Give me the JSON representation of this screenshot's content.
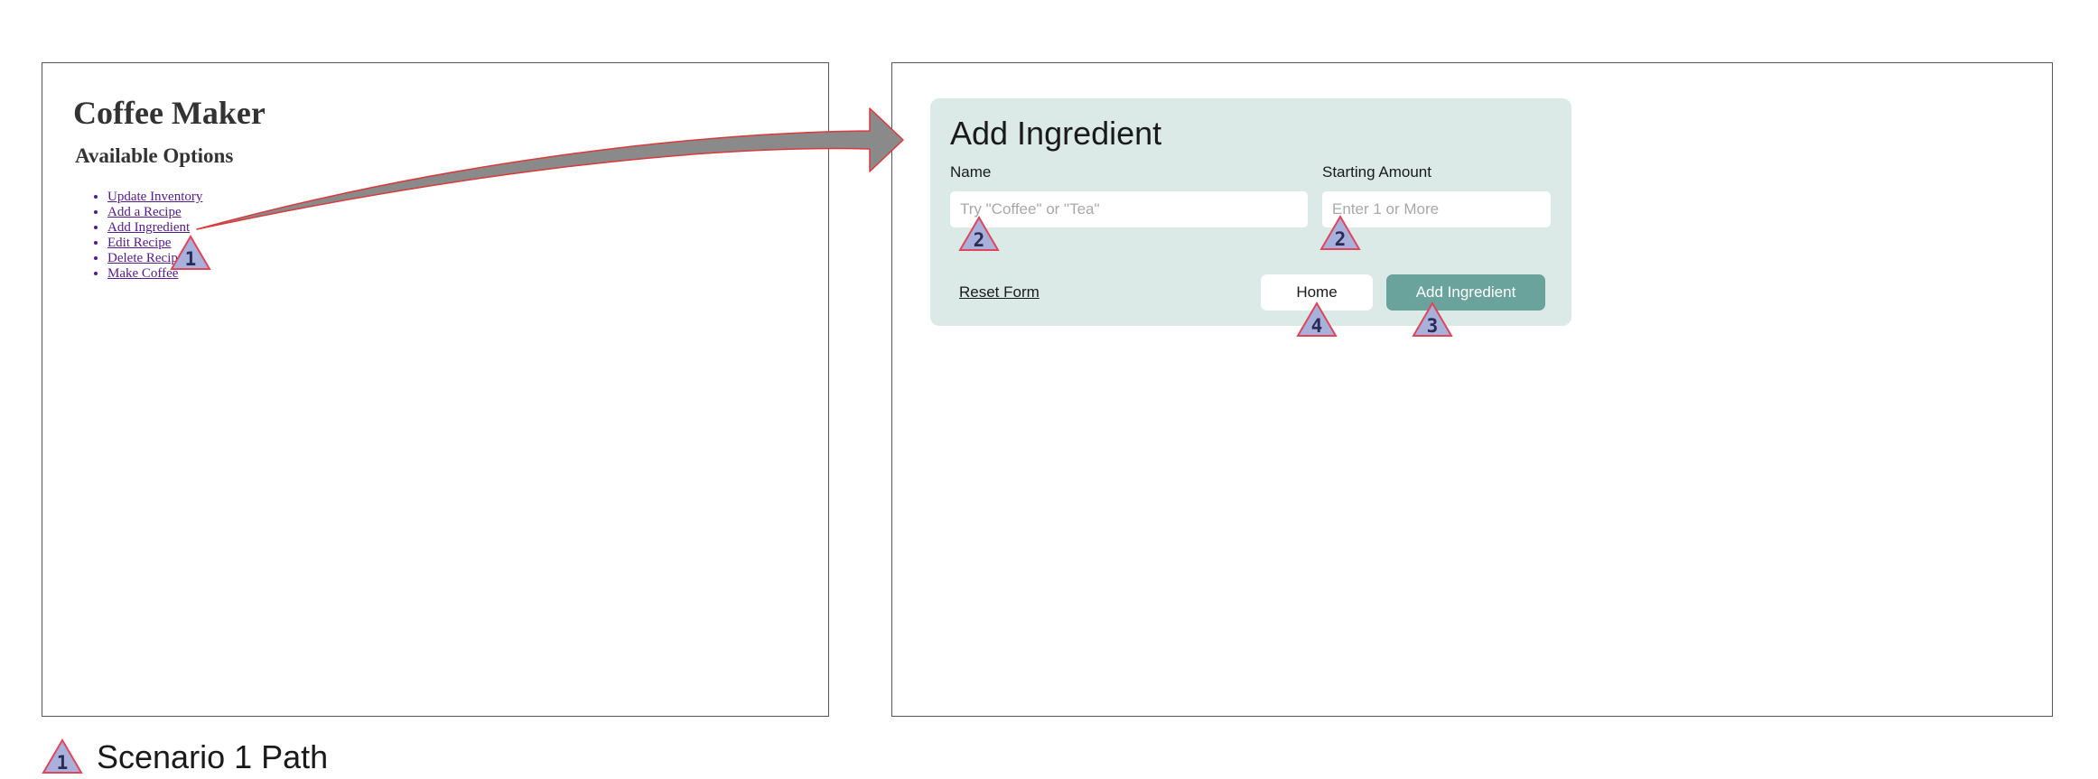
{
  "left_screen": {
    "title": "Coffee Maker",
    "subtitle": "Available Options",
    "menu": [
      {
        "label": "Update Inventory"
      },
      {
        "label": "Add a Recipe"
      },
      {
        "label": "Add Ingredient"
      },
      {
        "label": "Edit Recipe"
      },
      {
        "label": "Delete Recipe"
      },
      {
        "label": "Make Coffee"
      }
    ]
  },
  "right_screen": {
    "title": "Add Ingredient",
    "name_field": {
      "label": "Name",
      "placeholder": "Try \"Coffee\" or \"Tea\"",
      "value": ""
    },
    "amount_field": {
      "label": "Starting Amount",
      "placeholder": "Enter 1 or More",
      "value": ""
    },
    "reset_label": "Reset Form",
    "home_label": "Home",
    "add_label": "Add Ingredient",
    "colors": {
      "card_background": "#dbe9e7",
      "primary_button": "#6aa39b"
    }
  },
  "annotations": {
    "markers": [
      {
        "number": "1"
      },
      {
        "number": "2"
      },
      {
        "number": "2"
      },
      {
        "number": "4"
      },
      {
        "number": "3"
      }
    ],
    "legend": {
      "marker_number": "1",
      "label": "Scenario 1 Path"
    },
    "colors": {
      "marker_fill": "#a7b1dc",
      "marker_stroke": "#e0455a",
      "arrow_fill": "#8a8a8a",
      "arrow_stroke": "#d93a3a"
    }
  }
}
